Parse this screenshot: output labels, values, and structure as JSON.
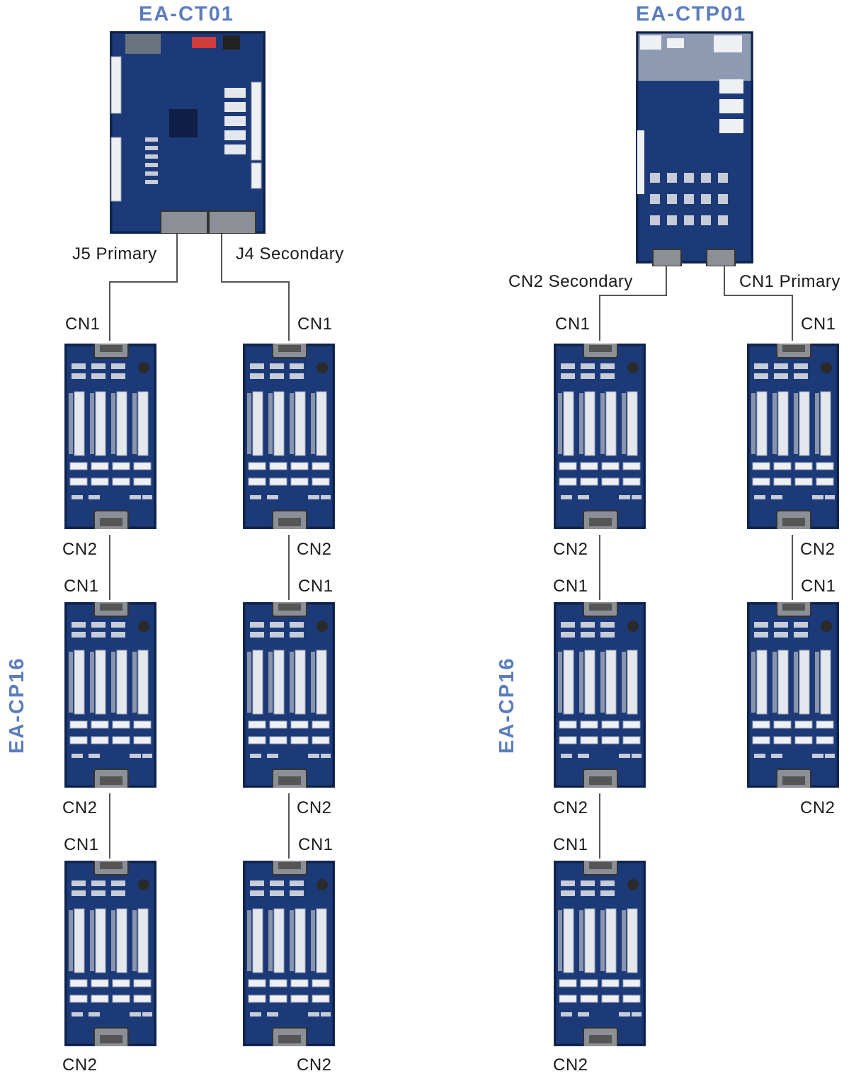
{
  "left": {
    "title": "EA-CT01",
    "side_label": "EA-CP16",
    "port_primary": "J5 Primary",
    "port_secondary": "J4 Secondary"
  },
  "right": {
    "title": "EA-CTP01",
    "side_label": "EA-CP16",
    "port_secondary": "CN2 Secondary",
    "port_primary": "CN1 Primary"
  },
  "connector_in": "CN1",
  "connector_out": "CN2",
  "colors": {
    "title": "#5b7dbd",
    "pcb": "#1d3a78",
    "wire": "#555555"
  }
}
